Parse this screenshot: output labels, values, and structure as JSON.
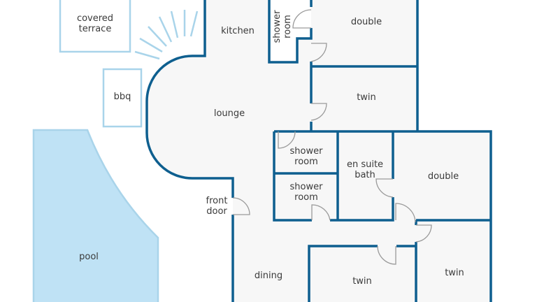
{
  "colors": {
    "wall": "#0e5f8f",
    "outdoor": "#a9d4ea",
    "pool": "#bfe2f5",
    "floor": "#f7f7f7"
  },
  "rooms": {
    "covered_terrace": [
      "covered",
      "terrace"
    ],
    "kitchen": "kitchen",
    "shower_top": [
      "shower",
      "room"
    ],
    "double_top": "double",
    "twin_upper": "twin",
    "bbq": "bbq",
    "lounge": "lounge",
    "shower_1": [
      "shower",
      "room"
    ],
    "shower_2": [
      "shower",
      "room"
    ],
    "en_suite": [
      "en suite",
      "bath"
    ],
    "double_right": "double",
    "front_door": [
      "front",
      "door"
    ],
    "pool": "pool",
    "dining": "dining",
    "twin_middle": "twin",
    "twin_right": "twin"
  }
}
